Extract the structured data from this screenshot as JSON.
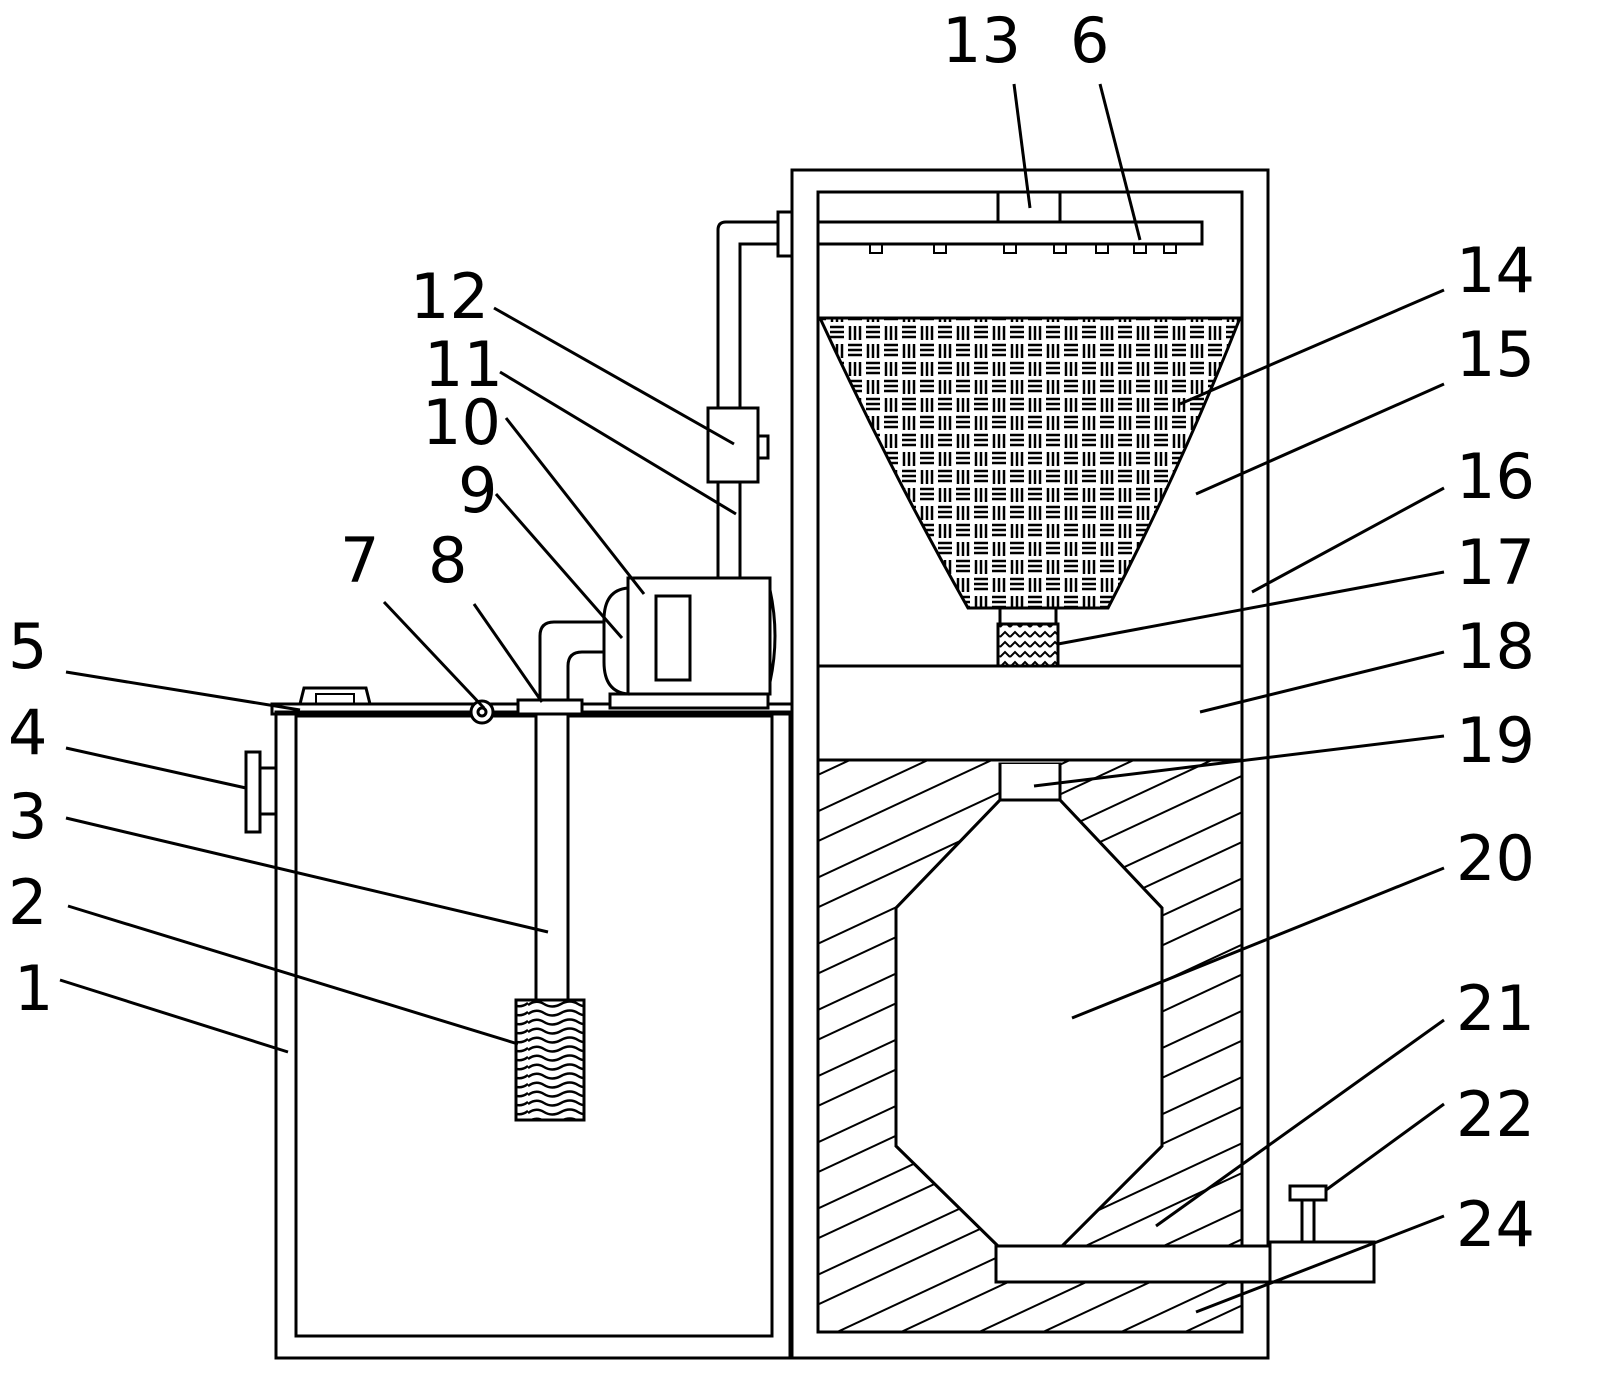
{
  "labels": {
    "l1": "1",
    "l2": "2",
    "l3": "3",
    "l4": "4",
    "l5": "5",
    "l6": "6",
    "l7": "7",
    "l8": "8",
    "l9": "9",
    "l10": "10",
    "l11": "11",
    "l12": "12",
    "l13": "13",
    "l14": "14",
    "l15": "15",
    "l16": "16",
    "l17": "17",
    "l18": "18",
    "l19": "19",
    "l20": "20",
    "l21": "21",
    "l22": "22",
    "l24": "24"
  }
}
